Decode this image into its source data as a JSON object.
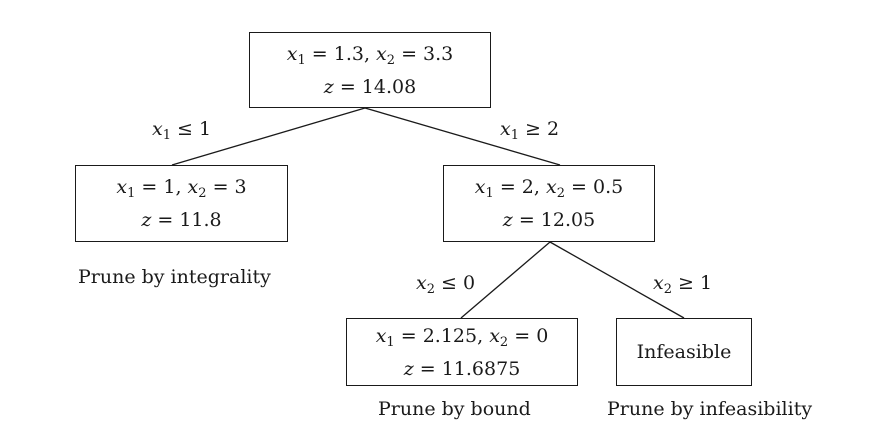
{
  "nodes": {
    "root": {
      "x1": "1.3",
      "x2": "3.3",
      "z": "14.08"
    },
    "left": {
      "x1": "1",
      "x2": "3",
      "z": "11.8"
    },
    "right": {
      "x1": "2",
      "x2": "0.5",
      "z": "12.05"
    },
    "right_left": {
      "x1": "2.125",
      "x2": "0",
      "z": "11.6875"
    },
    "right_right": {
      "label": "Infeasible"
    }
  },
  "edges": {
    "root_left": {
      "var": "x",
      "sub": "1",
      "op": "≤",
      "val": "1"
    },
    "root_right": {
      "var": "x",
      "sub": "1",
      "op": "≥",
      "val": "2"
    },
    "right_left": {
      "var": "x",
      "sub": "2",
      "op": "≤",
      "val": "0"
    },
    "right_right": {
      "var": "x",
      "sub": "2",
      "op": "≥",
      "val": "1"
    }
  },
  "notes": {
    "left": "Prune by integrality",
    "right_left": "Prune by bound",
    "right_right": "Prune by infeasibility"
  }
}
